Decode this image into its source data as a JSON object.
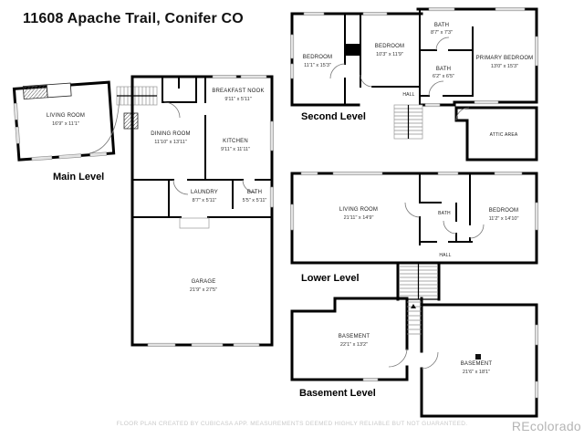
{
  "page": {
    "title": "11608 Apache Trail, Conifer CO",
    "footer": "FLOOR PLAN CREATED BY CUBICASA APP. MEASUREMENTS DEEMED HIGHLY RELIABLE BUT NOT GUARANTEED.",
    "watermark": "REcolorado"
  },
  "colors": {
    "wall": "#000000",
    "window_fill": "#e3e3e3",
    "footer_text": "#c9c9c9",
    "watermark_text": "#b5b5b5"
  },
  "levels": {
    "main": {
      "label": "Main Level",
      "rooms": {
        "living_room": {
          "name": "LIVING ROOM",
          "dims": "16'9\" x 11'1\""
        },
        "dining_room": {
          "name": "DINING ROOM",
          "dims": "11'10\" x 13'11\""
        },
        "kitchen": {
          "name": "KITCHEN",
          "dims": "9'11\" x 11'11\""
        },
        "breakfast_nook": {
          "name": "BREAKFAST NOOK",
          "dims": "9'11\" x 5'11\""
        },
        "laundry": {
          "name": "LAUNDRY",
          "dims": "8'7\" x 5'11\""
        },
        "bath": {
          "name": "BATH",
          "dims": "5'5\" x 5'11\""
        },
        "garage": {
          "name": "GARAGE",
          "dims": "21'9\" x 27'5\""
        }
      }
    },
    "second": {
      "label": "Second Level",
      "rooms": {
        "bedroom1": {
          "name": "BEDROOM",
          "dims": "11'1\" x 15'3\""
        },
        "bedroom2": {
          "name": "BEDROOM",
          "dims": "10'3\" x 11'9\""
        },
        "bath1": {
          "name": "BATH",
          "dims": "8'7\" x 7'3\""
        },
        "bath2": {
          "name": "BATH",
          "dims": "6'2\" x 6'5\""
        },
        "primary_bedroom": {
          "name": "PRIMARY BEDROOM",
          "dims": "13'0\" x 15'3\""
        },
        "hall": {
          "name": "HALL"
        },
        "attic": {
          "name": "ATTIC AREA"
        }
      }
    },
    "lower": {
      "label": "Lower Level",
      "rooms": {
        "living_room": {
          "name": "LIVING ROOM",
          "dims": "21'11\" x 14'9\""
        },
        "bath": {
          "name": "BATH"
        },
        "bedroom": {
          "name": "BEDROOM",
          "dims": "11'2\" x 14'10\""
        },
        "hall": {
          "name": "HALL"
        }
      }
    },
    "basement": {
      "label": "Basement Level",
      "rooms": {
        "basement1": {
          "name": "BASEMENT",
          "dims": "22'1\" x 13'2\""
        },
        "basement2": {
          "name": "BASEMENT",
          "dims": "21'6\" x 18'1\""
        }
      }
    }
  }
}
